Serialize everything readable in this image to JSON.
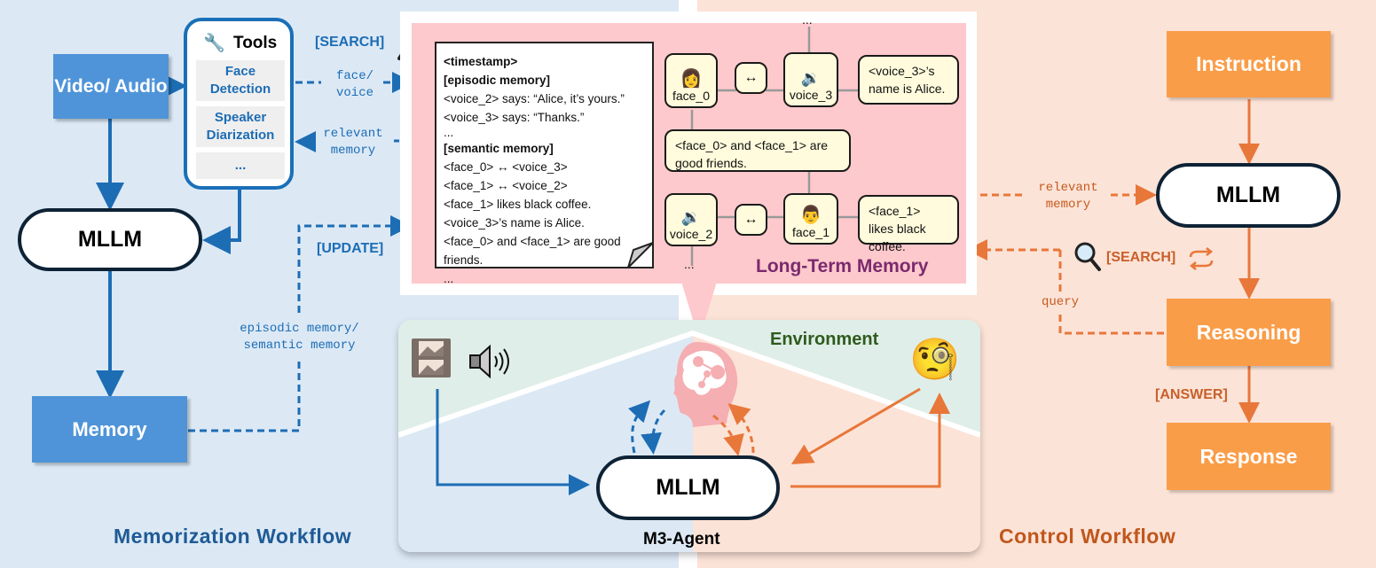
{
  "colors": {
    "memorization_bg": "#dce9f5",
    "control_bg": "#fce3d7",
    "blue_accent": "#1d6db5",
    "orange_accent": "#e8773a",
    "ltm_bg": "#fec9cc",
    "ltm_title": "#7b2a6e",
    "environment_title": "#2f5b1e",
    "node_fill": "#fffbdc"
  },
  "memorization": {
    "title": "Memorization Workflow",
    "video_audio": "Video/ Audio",
    "tools": {
      "title": "Tools",
      "icon": "wrench-icon",
      "items": [
        "Face Detection",
        "Speaker Diarization",
        "..."
      ]
    },
    "mllm": "MLLM",
    "memory": "Memory",
    "search_tag": "[SEARCH]",
    "update_tag": "[UPDATE]",
    "face_voice": "face/ voice",
    "relevant_memory": "relevant memory",
    "episodic_semantic": "episodic memory/ semantic memory"
  },
  "long_term_memory": {
    "title": "Long-Term Memory",
    "note": {
      "timestamp": "<timestamp>",
      "episodic_header": "[episodic memory]",
      "episodic_lines": [
        "<voice_2> says: “Alice, it’s yours.”",
        "<voice_3> says: “Thanks.”",
        "..."
      ],
      "semantic_header": "[semantic memory]",
      "semantic_lines": [
        "<face_0> ↔ <voice_3>",
        "<face_1> ↔ <voice_2>",
        "<face_1> likes black coffee.",
        "<voice_3>’s name is Alice.",
        "<face_0> and <face_1> are good friends.",
        "..."
      ]
    },
    "graph": {
      "face_0": "face_0",
      "face_1": "face_1",
      "voice_2": "voice_2",
      "voice_3": "voice_3",
      "link_symbol": "↔",
      "fact_alice": "<voice_3>’s name is Alice.",
      "fact_friends": "<face_0> and <face_1> are good friends.",
      "fact_coffee": "<face_1> likes black coffee.",
      "ellipsis": "..."
    }
  },
  "agent": {
    "environment_label": "Environment",
    "mllm": "MLLM",
    "name": "M3-Agent"
  },
  "control": {
    "title": "Control Workflow",
    "instruction": "Instruction",
    "mllm": "MLLM",
    "reasoning": "Reasoning",
    "response": "Response",
    "relevant_memory": "relevant memory",
    "search_tag": "[SEARCH]",
    "query": "query",
    "answer_tag": "[ANSWER]"
  }
}
